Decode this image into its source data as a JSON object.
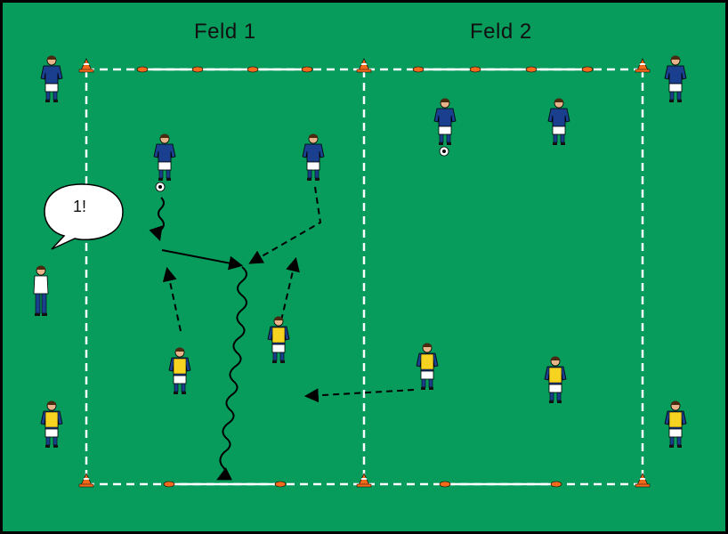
{
  "fields": {
    "field1_label": "Feld 1",
    "field2_label": "Feld 2"
  },
  "callout": {
    "text": "1!"
  },
  "colors": {
    "pitch": "#079b5c",
    "lines": "#ffffff",
    "team_blue": "#1a3f8f",
    "bib_yellow": "#f5d320",
    "cone_orange": "#f26a1b"
  },
  "legend_icons": {
    "cone": "cone-icon",
    "marker": "flat-marker-icon",
    "ball": "ball-icon"
  }
}
